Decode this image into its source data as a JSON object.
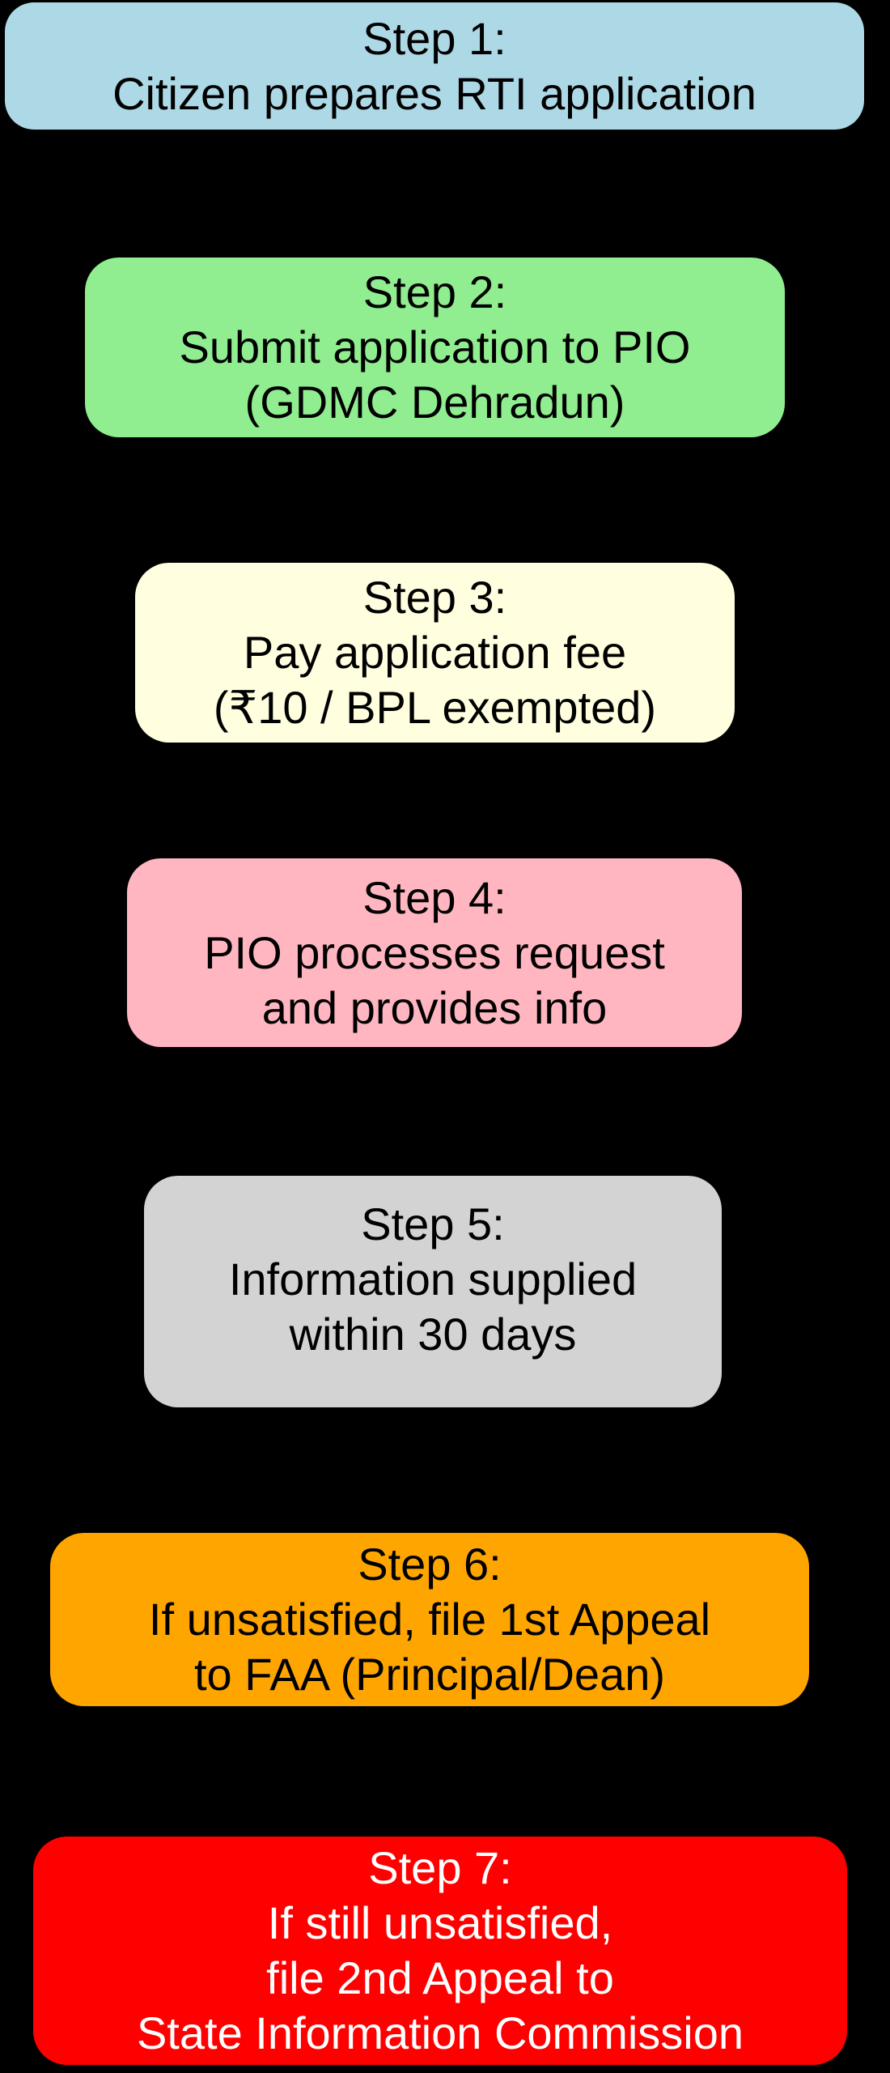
{
  "background_color": "#000000",
  "steps": [
    {
      "title": "Step 1:",
      "lines": [
        "Citizen prepares RTI application"
      ],
      "bg_color": "#ADD8E6",
      "text_color": "#000000"
    },
    {
      "title": "Step 2:",
      "lines": [
        "Submit application to PIO",
        "(GDMC Dehradun)"
      ],
      "bg_color": "#90EE90",
      "text_color": "#000000"
    },
    {
      "title": "Step 3:",
      "lines": [
        "Pay application fee",
        "(₹10 / BPL exempted)"
      ],
      "bg_color": "#FFFFE0",
      "text_color": "#000000"
    },
    {
      "title": "Step 4:",
      "lines": [
        "PIO processes request",
        "and provides info"
      ],
      "bg_color": "#FFB6C1",
      "text_color": "#000000"
    },
    {
      "title": "Step 5:",
      "lines": [
        "Information supplied",
        "within 30 days"
      ],
      "bg_color": "#D3D3D3",
      "text_color": "#000000"
    },
    {
      "title": "Step 6:",
      "lines": [
        "If unsatisfied, file 1st Appeal",
        "to FAA (Principal/Dean)"
      ],
      "bg_color": "#FFA500",
      "text_color": "#000000"
    },
    {
      "title": "Step 7:",
      "lines": [
        "If still unsatisfied,",
        "file 2nd Appeal to",
        "State Information Commission"
      ],
      "bg_color": "#FF0000",
      "text_color": "#FFFFFF"
    }
  ]
}
